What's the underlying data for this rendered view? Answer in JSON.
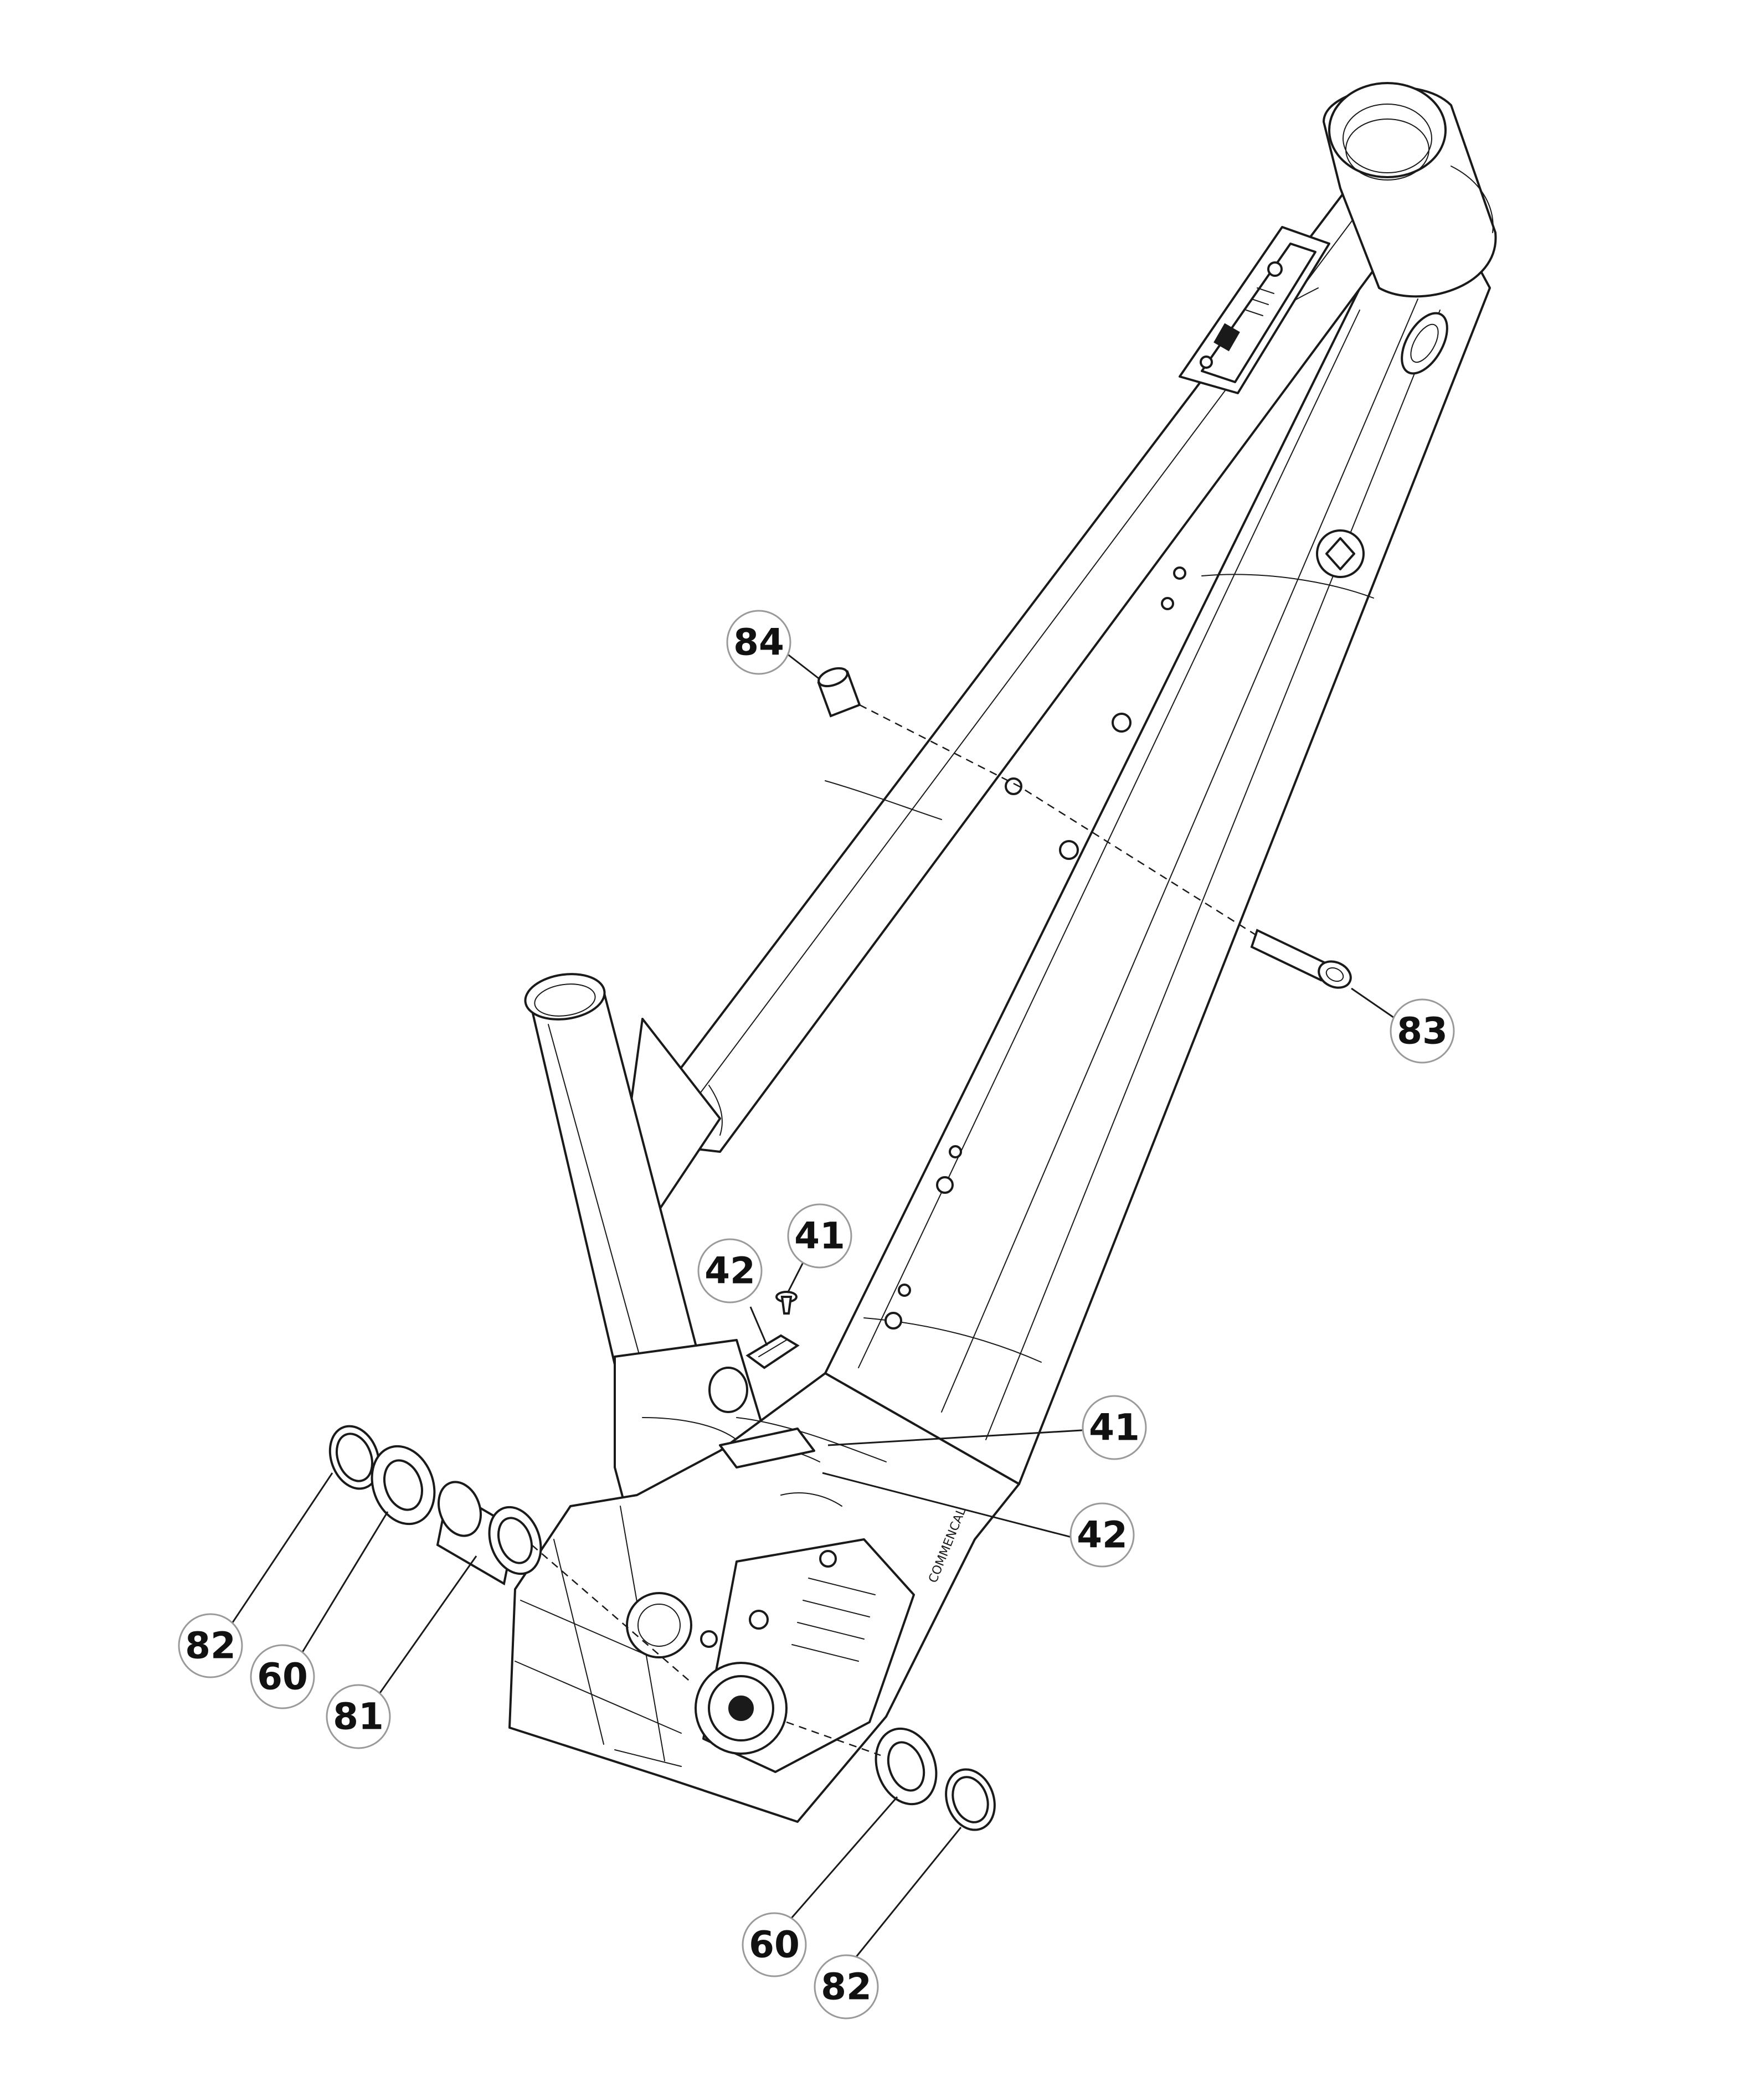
{
  "callouts": [
    {
      "label": "84"
    },
    {
      "label": "83"
    },
    {
      "label": "42"
    },
    {
      "label": "41"
    },
    {
      "label": "41"
    },
    {
      "label": "42"
    },
    {
      "label": "82"
    },
    {
      "label": "60"
    },
    {
      "label": "81"
    },
    {
      "label": "60"
    },
    {
      "label": "82"
    }
  ],
  "frame_text": {
    "motor_cover_logo": "COMMENCAL"
  }
}
